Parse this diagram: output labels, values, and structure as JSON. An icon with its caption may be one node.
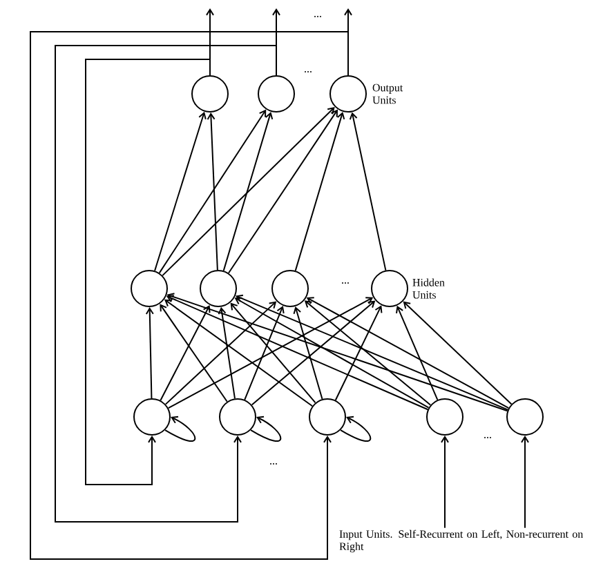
{
  "diagram": {
    "nodes": [
      {
        "text": [],
        "shape": "circle"
      },
      {
        "text": [],
        "shape": "circle"
      },
      {
        "text": [],
        "shape": "circle",
        "beside": [
          "Output Units"
        ]
      },
      {
        "text": [],
        "shape": "circle"
      },
      {
        "text": [],
        "shape": "circle"
      },
      {
        "text": [],
        "shape": "circle"
      },
      {
        "text": [],
        "shape": "circle",
        "beside": [
          "Hidden Units"
        ]
      },
      {
        "text": [],
        "shape": "circle"
      },
      {
        "text": [],
        "shape": "circle"
      },
      {
        "text": [],
        "shape": "circle"
      },
      {
        "text": [],
        "shape": "circle"
      },
      {
        "text": [],
        "shape": "circle"
      },
      {
        "text": [
          "Input Units. Self-Recurrent on Left, Non-recurrent on Right"
        ]
      }
    ],
    "edges": [
      {
        "from": 0,
        "to": null,
        "arrow": "to"
      },
      {
        "from": 1,
        "to": null,
        "arrow": "to"
      },
      {
        "from": 2,
        "to": null,
        "arrow": "to"
      },
      {
        "from": 3,
        "to": 0,
        "arrow": "to"
      },
      {
        "from": 3,
        "to": 1,
        "arrow": "to"
      },
      {
        "from": 3,
        "to": 2,
        "arrow": "to"
      },
      {
        "from": 4,
        "to": 0,
        "arrow": "to"
      },
      {
        "from": 4,
        "to": 1,
        "arrow": "to"
      },
      {
        "from": 4,
        "to": 2,
        "arrow": "to"
      },
      {
        "from": 5,
        "to": 2,
        "arrow": "to"
      },
      {
        "from": 6,
        "to": 2,
        "arrow": "to"
      },
      {
        "from": 7,
        "to": 3,
        "arrow": "to"
      },
      {
        "from": 7,
        "to": 4,
        "arrow": "to"
      },
      {
        "from": 7,
        "to": 5,
        "arrow": "to"
      },
      {
        "from": 7,
        "to": 6,
        "arrow": "to"
      },
      {
        "from": 8,
        "to": 3,
        "arrow": "to"
      },
      {
        "from": 8,
        "to": 4,
        "arrow": "to"
      },
      {
        "from": 8,
        "to": 5,
        "arrow": "to"
      },
      {
        "from": 8,
        "to": 6,
        "arrow": "to"
      },
      {
        "from": 9,
        "to": 3,
        "arrow": "to"
      },
      {
        "from": 9,
        "to": 4,
        "arrow": "to"
      },
      {
        "from": 9,
        "to": 5,
        "arrow": "to"
      },
      {
        "from": 9,
        "to": 6,
        "arrow": "to"
      },
      {
        "from": 10,
        "to": 3,
        "arrow": "to"
      },
      {
        "from": 10,
        "to": 4,
        "arrow": "to"
      },
      {
        "from": 10,
        "to": 5,
        "arrow": "to"
      },
      {
        "from": 10,
        "to": 6,
        "arrow": "to"
      },
      {
        "from": 11,
        "to": 3,
        "arrow": "to"
      },
      {
        "from": 11,
        "to": 4,
        "arrow": "to"
      },
      {
        "from": 11,
        "to": 5,
        "arrow": "to"
      },
      {
        "from": 11,
        "to": 6,
        "arrow": "to"
      },
      {
        "from": 7,
        "to": 7,
        "arrow": "to"
      },
      {
        "from": 8,
        "to": 8,
        "arrow": "to"
      },
      {
        "from": 9,
        "to": 9,
        "arrow": "to"
      },
      {
        "from": 0,
        "to": 7,
        "arrow": "to"
      },
      {
        "from": 1,
        "to": 8,
        "arrow": "to"
      },
      {
        "from": 2,
        "to": 9,
        "arrow": "to"
      },
      {
        "from": 12,
        "to": 10,
        "arrow": "to"
      },
      {
        "from": 12,
        "to": 11,
        "arrow": "to"
      }
    ],
    "labels": [
      "...",
      "...",
      "...",
      "...",
      "..."
    ]
  }
}
